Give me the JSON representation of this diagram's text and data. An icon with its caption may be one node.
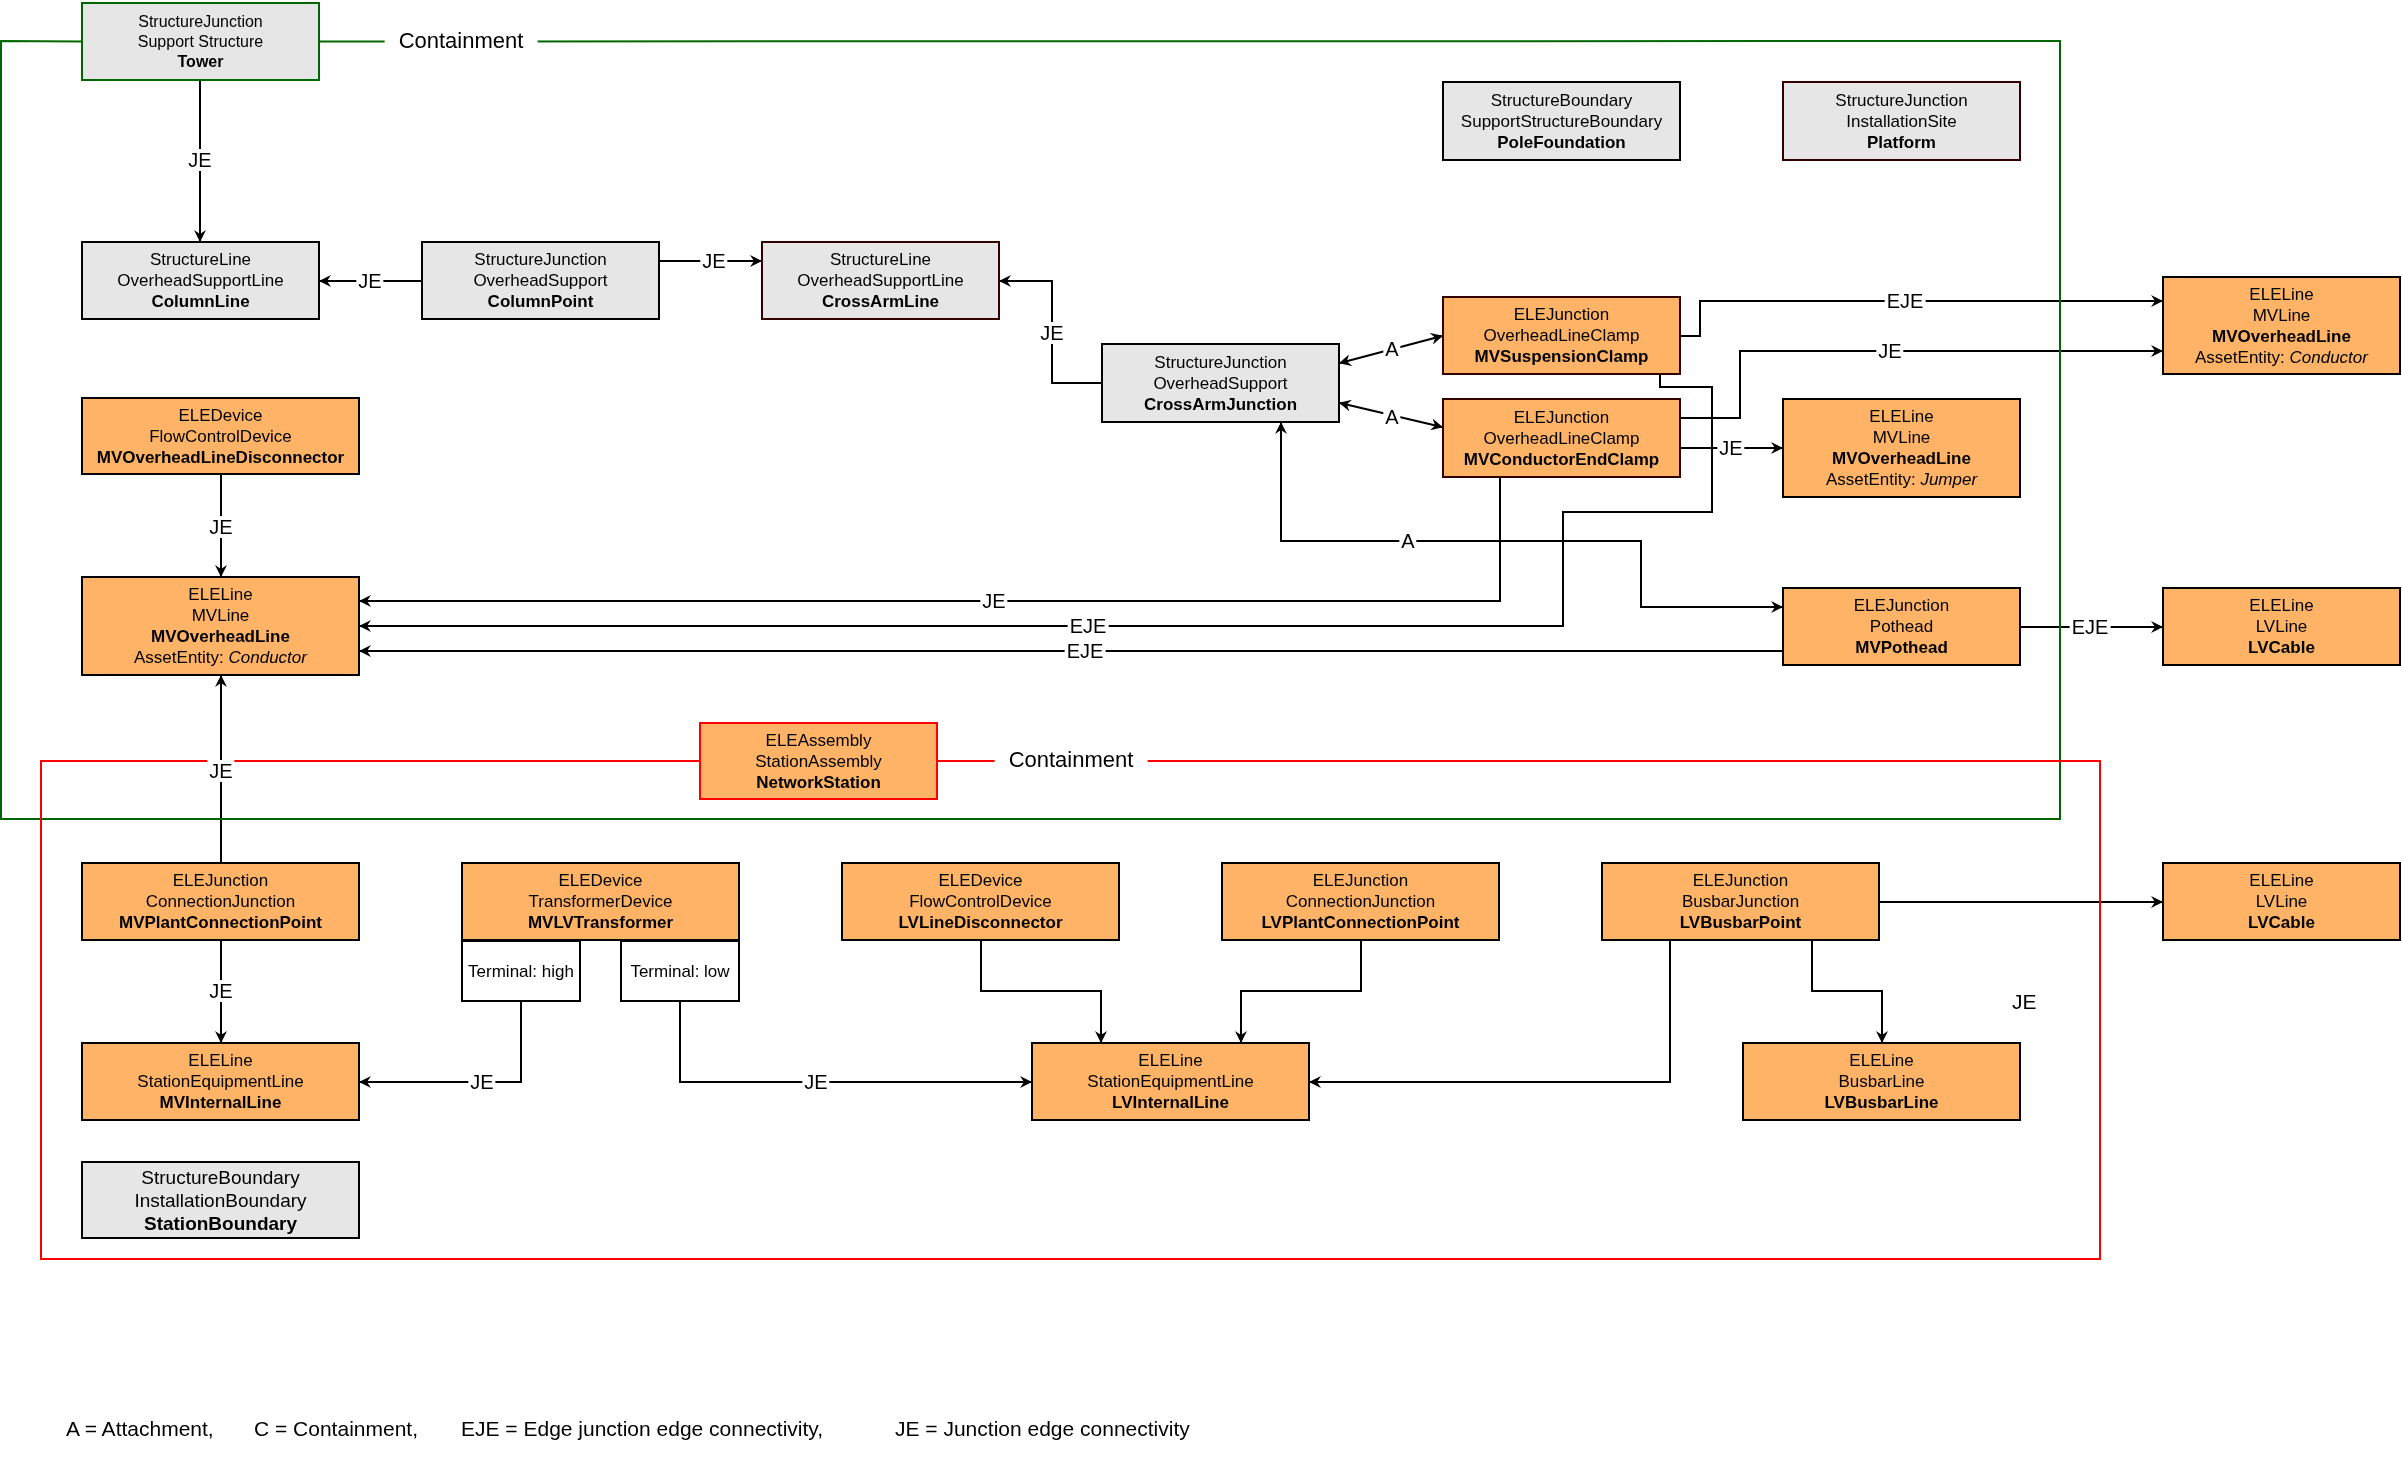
{
  "diagram": {
    "nodes": [
      {
        "text": [
          "StructureJunction",
          "Support Structure",
          "Tower"
        ]
      },
      {
        "text": [
          "StructureBoundary",
          "SupportStructureBoundary",
          "PoleFoundation"
        ]
      },
      {
        "text": [
          "StructureJunction",
          "InstallationSite",
          "Platform"
        ]
      },
      {
        "text": [
          "StructureLine",
          "OverheadSupportLine",
          "ColumnLine"
        ]
      },
      {
        "text": [
          "StructureJunction",
          "OverheadSupport",
          "ColumnPoint"
        ]
      },
      {
        "text": [
          "StructureLine",
          "OverheadSupportLine",
          "CrossArmLine"
        ]
      },
      {
        "text": [
          "StructureJunction",
          "OverheadSupport",
          "CrossArmJunction"
        ]
      },
      {
        "text": [
          "ELEJunction",
          "OverheadLineClamp",
          "MVSuspensionClamp"
        ]
      },
      {
        "text": [
          "ELELine",
          "MVLine",
          "MVOverheadLine",
          "AssetEntity: *Conductor*"
        ]
      },
      {
        "text": [
          "ELEDevice",
          "FlowControlDevice",
          "MVOverheadLineDisconnector"
        ]
      },
      {
        "text": [
          "ELEJunction",
          "OverheadLineClamp",
          "MVConductorEndClamp"
        ]
      },
      {
        "text": [
          "ELELine",
          "MVLine",
          "MVOverheadLine",
          "AssetEntity: *Jumper*"
        ]
      },
      {
        "text": [
          "ELELine",
          "MVLine",
          "MVOverheadLine",
          "AssetEntity: *Conductor*"
        ]
      },
      {
        "text": [
          "ELEJunction",
          "Pothead",
          "MVPothead"
        ]
      },
      {
        "text": [
          "ELELine",
          "LVLine",
          "LVCable"
        ]
      },
      {
        "text": [
          "ELEAssembly",
          "StationAssembly",
          "NetworkStation"
        ]
      },
      {
        "text": [
          "ELEJunction",
          "ConnectionJunction",
          "MVPlantConnectionPoint"
        ]
      },
      {
        "text": [
          "ELEDevice",
          "TransformerDevice",
          "MVLVTransformer"
        ]
      },
      {
        "text": [
          "ELEDevice",
          "FlowControlDevice",
          "LVLineDisconnector"
        ]
      },
      {
        "text": [
          "ELEJunction",
          "ConnectionJunction",
          "LVPlantConnectionPoint"
        ]
      },
      {
        "text": [
          "ELEJunction",
          "BusbarJunction",
          "LVBusbarPoint"
        ]
      },
      {
        "text": [
          "ELELine",
          "LVLine",
          "LVCable"
        ]
      },
      {
        "text": [
          "Terminal: high"
        ]
      },
      {
        "text": [
          "Terminal: low"
        ]
      },
      {
        "text": [
          "ELELine",
          "StationEquipmentLine",
          "MVInternalLine"
        ]
      },
      {
        "text": [
          "ELELine",
          "StationEquipmentLine",
          "LVInternalLine"
        ]
      },
      {
        "text": [
          "ELELine",
          "BusbarLine",
          "LVBusbarLine"
        ]
      },
      {
        "text": [
          "StructureBoundary",
          "InstallationBoundary",
          "StationBoundary"
        ]
      }
    ],
    "edges": [
      {
        "from": 0,
        "to": 3,
        "arrow": "to",
        "label": "JE"
      },
      {
        "from": 4,
        "to": 3,
        "arrow": "to",
        "label": "JE"
      },
      {
        "from": 4,
        "to": 5,
        "arrow": "to",
        "label": "JE"
      },
      {
        "from": 6,
        "to": 5,
        "arrow": "to",
        "label": "JE"
      },
      {
        "from": 6,
        "to": 7,
        "arrow": "both",
        "label": "A"
      },
      {
        "from": 6,
        "to": 10,
        "arrow": "both",
        "label": "A"
      },
      {
        "from": 7,
        "to": 8,
        "arrow": "to",
        "label": "EJE"
      },
      {
        "from": 10,
        "to": 8,
        "arrow": "to",
        "label": "JE"
      },
      {
        "from": 10,
        "to": 11,
        "arrow": "to",
        "label": "JE"
      },
      {
        "from": 10,
        "to": 12,
        "arrow": "to",
        "label": "JE"
      },
      {
        "from": 7,
        "to": 12,
        "arrow": "to",
        "label": "EJE"
      },
      {
        "from": 13,
        "to": 12,
        "arrow": "to",
        "label": "EJE"
      },
      {
        "from": 6,
        "to": 13,
        "arrow": "both",
        "label": "A"
      },
      {
        "from": 13,
        "to": 14,
        "arrow": "to",
        "label": "EJE"
      },
      {
        "from": 9,
        "to": 12,
        "arrow": "to",
        "label": "JE"
      },
      {
        "from": 16,
        "to": 12,
        "arrow": "to",
        "label": "JE"
      },
      {
        "from": 16,
        "to": 24,
        "arrow": "to",
        "label": "JE"
      },
      {
        "from": 22,
        "to": 24,
        "arrow": "to",
        "label": "JE"
      },
      {
        "from": 23,
        "to": 25,
        "arrow": "to",
        "label": "JE"
      },
      {
        "from": 18,
        "to": 25,
        "arrow": "to"
      },
      {
        "from": 19,
        "to": 25,
        "arrow": "to"
      },
      {
        "from": 20,
        "to": 25,
        "arrow": "to"
      },
      {
        "from": 20,
        "to": 26,
        "arrow": "to"
      },
      {
        "from": 20,
        "to": 21,
        "arrow": "to"
      },
      {
        "from": 0,
        "to": 0,
        "arrow": "none",
        "label": "Containment",
        "color": "#006600"
      },
      {
        "from": 15,
        "to": 15,
        "arrow": "none",
        "label": "Containment",
        "color": "#ff0000"
      }
    ],
    "labels": [
      "JE",
      "A = Attachment,",
      "C = Containment,",
      "EJE = Edge junction edge connectivity,",
      "JE = Junction edge connectivity"
    ]
  }
}
